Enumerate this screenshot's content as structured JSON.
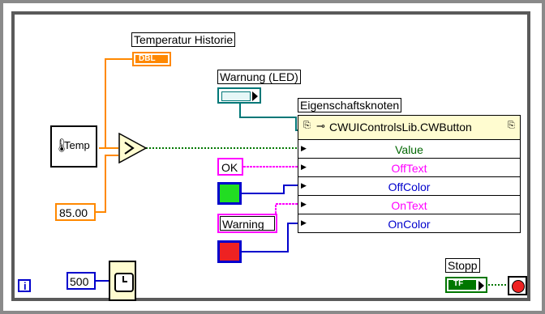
{
  "labels": {
    "temperatur_historie": "Temperatur Historie",
    "warnung_led": "Warnung (LED)",
    "eigenschaftsknoten": "Eigenschaftsknoten",
    "stopp": "Stopp"
  },
  "terminals": {
    "dbl": "DBL",
    "temp": "Temp",
    "tf": "TF"
  },
  "constants": {
    "threshold": "85.00",
    "wait_ms": "500",
    "ok_text": "OK",
    "warning_text": "Warning",
    "off_color": "#22dd22",
    "on_color": "#ee2222"
  },
  "property_node": {
    "class_name": "CWUIControlsLib.CWButton",
    "properties": [
      "Value",
      "OffText",
      "OffColor",
      "OnText",
      "OnColor"
    ]
  },
  "colors": {
    "numeric_wire": "#ff8800",
    "boolean_wire": "#007700",
    "string_wire": "#ff00ff",
    "color_wire": "#0000cc",
    "refnum_wire": "#007777"
  }
}
